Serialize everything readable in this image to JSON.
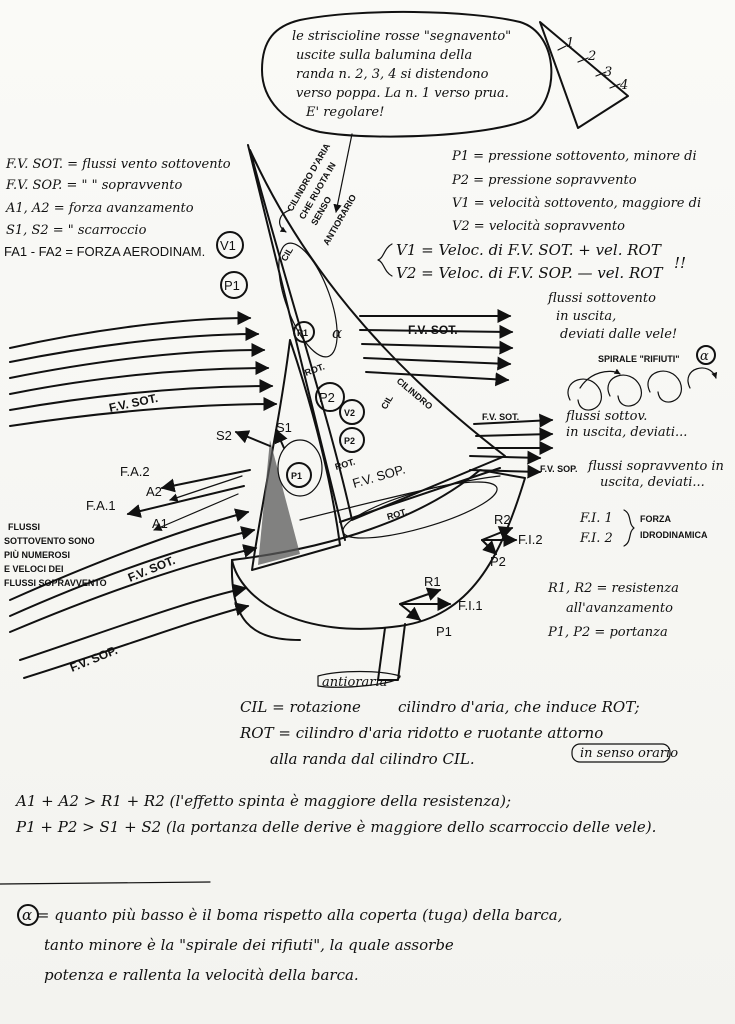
{
  "bubble": {
    "lines": [
      "le striscioline rosse \"segnavento\"",
      "uscite sulla balumina della",
      "randa n. 2, 3, 4 si distendono",
      "verso poppa. La n. 1 verso prua.",
      "E' regolare!"
    ],
    "tell_numbers": [
      "1",
      "2",
      "3",
      "4"
    ]
  },
  "legend_left": [
    "F.V. SOT. = flussi vento sottovento",
    "F.V. SOP. = \"  \" sopravvento",
    "A1, A2 = forza avanzamento",
    "S1, S2 = \" scarroccio",
    "FA1 - FA2 = FORZA AERODINAM."
  ],
  "legend_right": [
    "P1 = pressione sottovento, minore di",
    "P2 = pressione sopravvento",
    "V1 = velocità sottovento, maggiore di",
    "V2 = velocità sopravvento"
  ],
  "formula": {
    "v1": "V1 = Veloc. di F.V. SOT. + vel. ROT",
    "v2": "V2 = Veloc. di F.V. SOP. — vel. ROT",
    "marks": "!!"
  },
  "labels": {
    "cilindro_aria": [
      "CILINDRO D'ARIA",
      "CHE RUOTA IN",
      "SENSO",
      "ANTIORARIO"
    ],
    "cil": "CIL",
    "v1": "V1",
    "p1": "P1",
    "p2": "P2",
    "v2": "V2",
    "rot": "ROT.",
    "fv_sot": "F.V. SOT.",
    "fv_sop": "F.V. SOP.",
    "cilindro": "CILINDRO",
    "s1": "S1",
    "s2": "S2",
    "fa2": "F.A.2",
    "a2": "A2",
    "fa1": "F.A.1",
    "a1": "A1",
    "r1": "R1",
    "r2": "R2",
    "fi1": "F.I.1",
    "fi2": "F.I.2",
    "alpha": "α",
    "flussi_sottovento": [
      "flussi sottovento",
      "in uscita,",
      "deviati dalle vele!"
    ],
    "spirale": "SPIRALE \"RIFIUTI\"",
    "flussi_sottov": [
      "flussi sottov.",
      "in uscita, deviati..."
    ],
    "flussi_sopravvento": [
      "flussi sopravvento in",
      "uscita, deviati..."
    ],
    "left_note": [
      "FLUSSI",
      "SOTTOVENTO SONO",
      "PIÙ NUMEROSI",
      "E VELOCI DEI",
      "FLUSSI SOPRAVVENTO"
    ]
  },
  "idro": {
    "fi1": "F.I. 1",
    "fi2": "F.I. 2",
    "label": [
      "FORZA",
      "IDRODINAMICA"
    ]
  },
  "resist": {
    "line1": "R1, R2 = resistenza",
    "line2": "all'avanzamento",
    "line3": "P1, P2 = portanza"
  },
  "defs": {
    "cil_pre": "CIL = rotazione",
    "cil_sup": "antioraria",
    "cil_post": "cilindro d'aria, che induce ROT;",
    "rot_line1": "ROT = cilindro d'aria ridotto e ruotante attorno",
    "rot_line2": "alla randa dal cilindro CIL.",
    "rot_box": "in senso orario"
  },
  "inequalities": {
    "line1": "A1 + A2 > R1 + R2  (l'effetto spinta è maggiore della resistenza);",
    "line2": "P1 + P2 > S1 + S2  (la portanza delle derive è maggiore dello scarroccio delle vele)."
  },
  "footnote": {
    "line1": "α = quanto più basso è il boma rispetto alla coperta (tuga) della barca,",
    "line2": "tanto minore è la \"spirale dei rifiuti\", la quale assorbe",
    "line3": "potenza e rallenta la velocità della barca."
  }
}
